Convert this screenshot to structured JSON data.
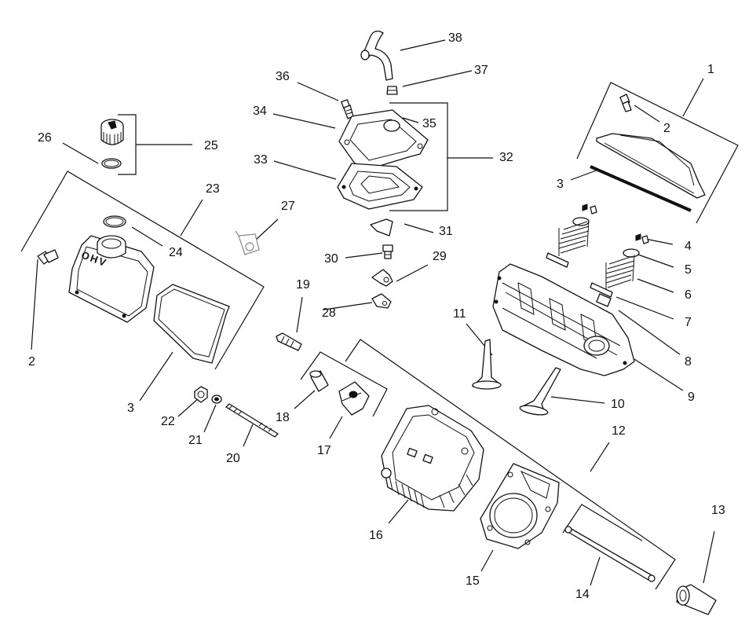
{
  "labels": {
    "l1": "1",
    "l2a": "2",
    "l2b": "2",
    "l3a": "3",
    "l3b": "3",
    "l4": "4",
    "l5": "5",
    "l6": "6",
    "l7": "7",
    "l8": "8",
    "l9": "9",
    "l10": "10",
    "l11": "11",
    "l12": "12",
    "l13": "13",
    "l14": "14",
    "l15": "15",
    "l16": "16",
    "l17": "17",
    "l18": "18",
    "l19": "19",
    "l20": "20",
    "l21": "21",
    "l22": "22",
    "l23": "23",
    "l24": "24",
    "l25": "25",
    "l26": "26",
    "l27": "27",
    "l28": "28",
    "l29": "29",
    "l30": "30",
    "l31": "31",
    "l32": "32",
    "l33": "33",
    "l34": "34",
    "l35": "35",
    "l36": "36",
    "l37": "37",
    "l38": "38"
  },
  "cover_logo_text": "OHV"
}
